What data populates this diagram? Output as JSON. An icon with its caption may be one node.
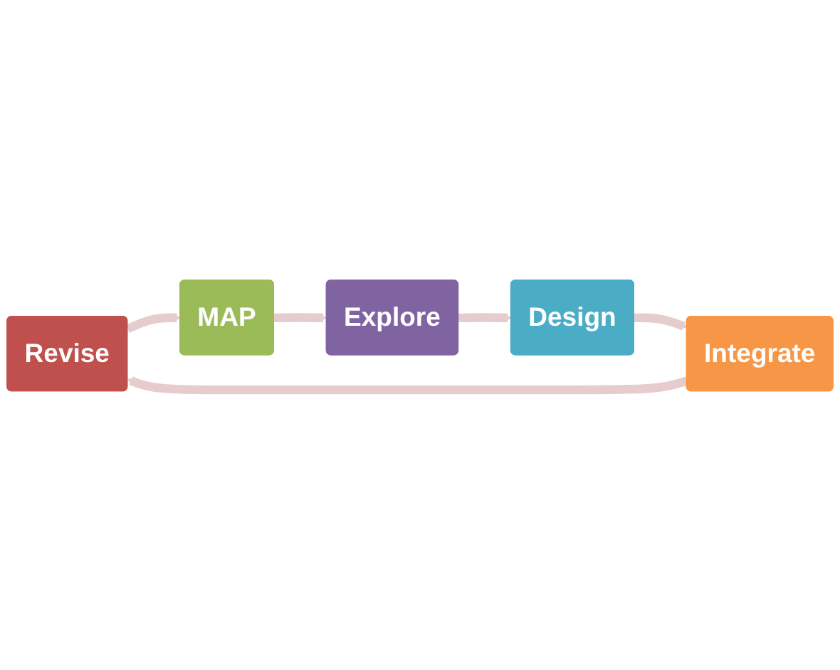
{
  "diagram": {
    "nodes": [
      {
        "text": [
          "Revise"
        ]
      },
      {
        "text": [
          "MAP"
        ]
      },
      {
        "text": [
          "Explore"
        ]
      },
      {
        "text": [
          "Design"
        ]
      },
      {
        "text": [
          "Integrate"
        ]
      }
    ],
    "edges": [
      {
        "from": 0,
        "to": 1,
        "arrow": "to"
      },
      {
        "from": 1,
        "to": 2,
        "arrow": "to"
      },
      {
        "from": 2,
        "to": 3,
        "arrow": "to"
      },
      {
        "from": 3,
        "to": 4,
        "arrow": "to"
      },
      {
        "from": 4,
        "to": 0,
        "arrow": "to"
      }
    ]
  }
}
